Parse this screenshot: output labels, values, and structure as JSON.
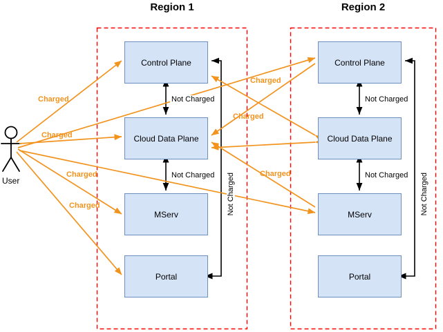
{
  "diagram": {
    "title_region1": "Region 1",
    "title_region2": "Region 2",
    "actor": {
      "label": "User",
      "icon": "stick-figure-actor-icon"
    },
    "colors": {
      "box_fill": "#d5e3f7",
      "box_stroke": "#6c8ebf",
      "region_stroke": "#ff0000",
      "charged_color": "#f2931e",
      "not_charged_color": "#000000"
    },
    "regions": [
      {
        "name": "Region 1",
        "nodes": [
          {
            "label": "Control Plane"
          },
          {
            "label": "Cloud Data Plane"
          },
          {
            "label": "MServ"
          },
          {
            "label": "Portal"
          }
        ],
        "internal_labels": {
          "cp_to_cdp": "Not Charged",
          "cdp_to_mserv": "Not Charged",
          "portal_to_cp": "Not Charged"
        }
      },
      {
        "name": "Region 2",
        "nodes": [
          {
            "label": "Control Plane"
          },
          {
            "label": "Cloud Data Plane"
          },
          {
            "label": "MServ"
          },
          {
            "label": "Portal"
          }
        ],
        "internal_labels": {
          "cp_to_cdp": "Not Charged",
          "cdp_to_mserv": "Not Charged",
          "portal_to_cp": "Not Charged"
        }
      }
    ],
    "charged_edges": [
      {
        "id": "user-to-r1-control-plane",
        "label": "Charged"
      },
      {
        "id": "user-to-r1-cloud-data-plane",
        "label": "Charged"
      },
      {
        "id": "user-to-r1-mserv",
        "label": "Charged"
      },
      {
        "id": "user-to-r1-portal",
        "label": "Charged"
      },
      {
        "id": "user-to-r2-control-plane",
        "label": "Charged"
      },
      {
        "id": "r2-cloud-data-plane-to-user",
        "label": "Charged"
      },
      {
        "id": "user-to-r2-mserv",
        "label": "Charged"
      },
      {
        "id": "r1-control-plane-to-user",
        "label": "Charged"
      },
      {
        "id": "r1-cloud-data-plane-to-user",
        "label": "Charged"
      }
    ]
  }
}
